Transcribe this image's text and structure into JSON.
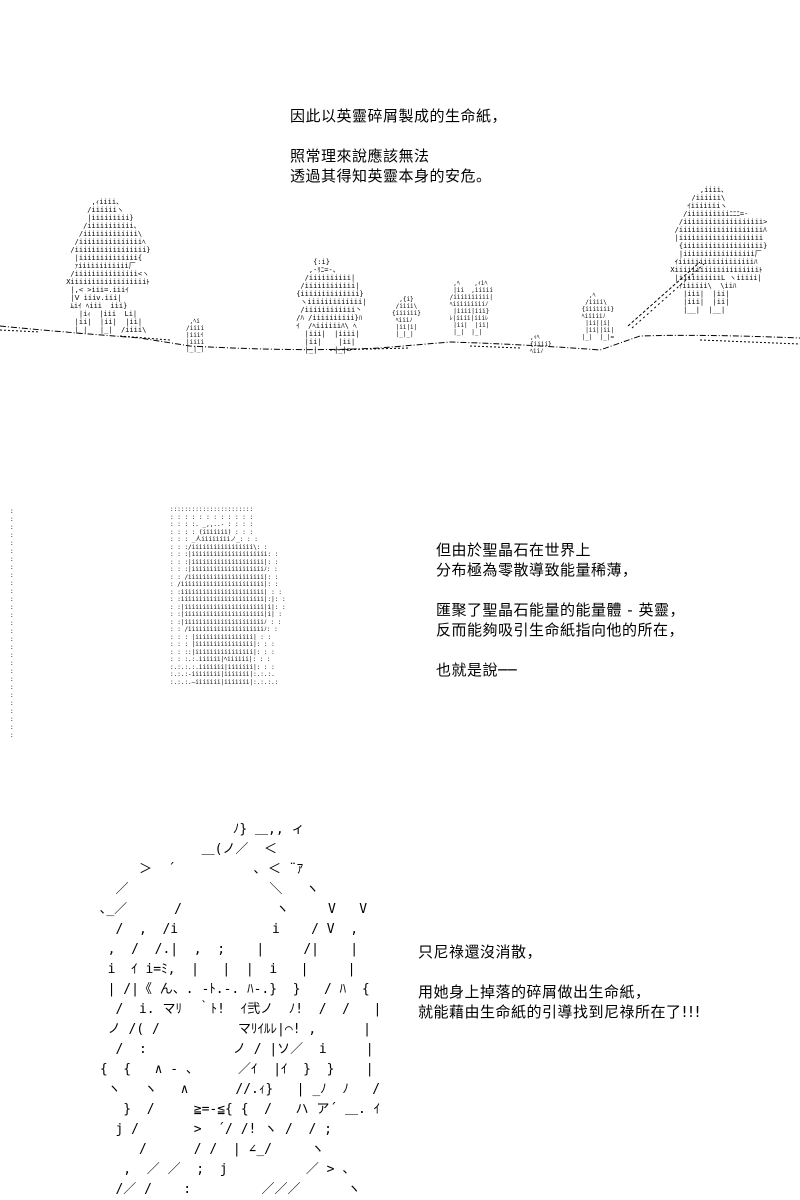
{
  "panel1": {
    "lines": [
      "因此以英靈碎屑製成的生命紙，",
      "",
      "照常理來說應該無法",
      "透過其得知英靈本身的安危。"
    ]
  },
  "panel2": {
    "lines": [
      "但由於聖晶石在世界上",
      "分布極為零散導致能量稀薄，",
      "",
      "匯聚了聖晶石能量的能量體 - 英靈，",
      "反而能夠吸引生命紙指向他的所在，",
      "",
      "也就是說──"
    ]
  },
  "panel3": {
    "lines": [
      "只尼祿還沒消散，",
      "",
      "用她身上掉落的碎屑做出生命紙，",
      "就能藉由生命紙的引導找到尼祿所在了!!!"
    ]
  }
}
